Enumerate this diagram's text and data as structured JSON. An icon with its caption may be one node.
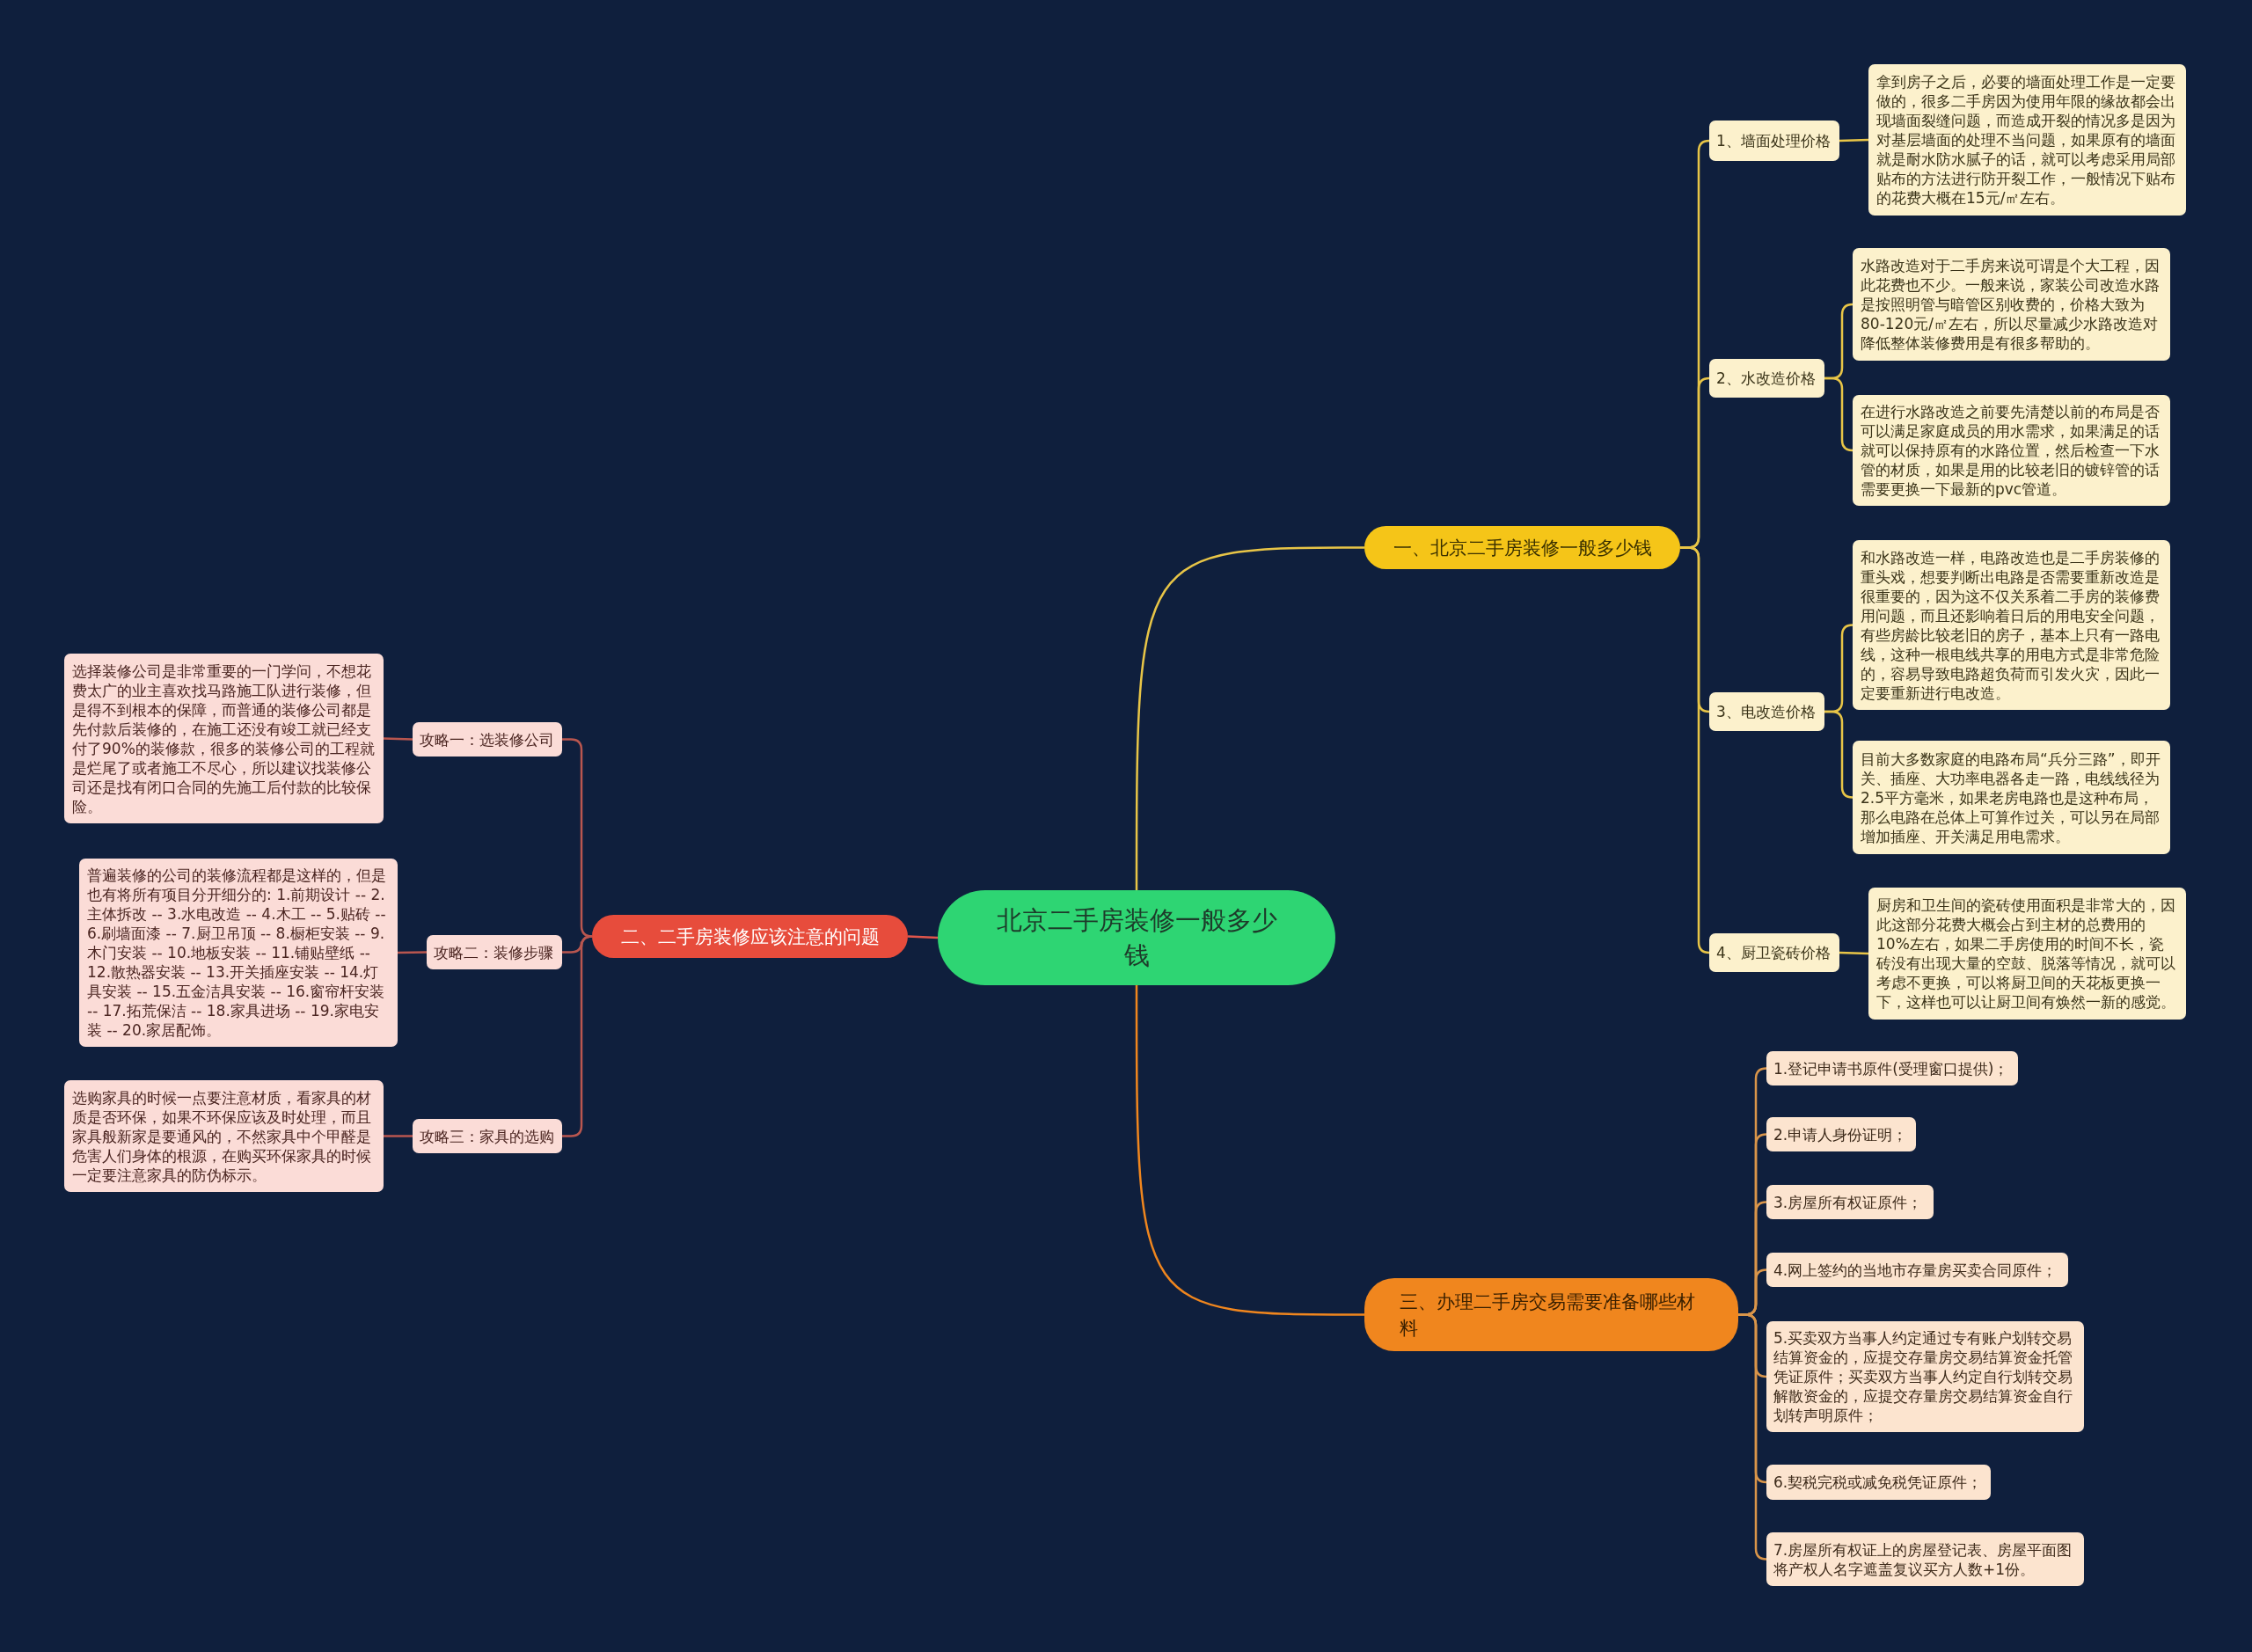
{
  "diagram": {
    "nodes": [
      {
        "text": [
          "北京二手房装修一般多少钱"
        ]
      },
      {
        "text": [
          "一、北京二手房装修一般多少钱"
        ]
      },
      {
        "text": [
          "1、墙面处理价格"
        ]
      },
      {
        "text": [
          "拿到房子之后，必要的墙面处理工作是一定要做的，很多二手房因为使用年限的缘故都会出现墙面裂缝问题，而造成开裂的情况多是因为对基层墙面的处理不当问题，如果原有的墙面就是耐水防水腻子的话，就可以考虑采用局部贴布的方法进行防开裂工作，一般情况下贴布的花费大概在15元/㎡左右。"
        ]
      },
      {
        "text": [
          "2、水改造价格"
        ]
      },
      {
        "text": [
          "水路改造对于二手房来说可谓是个大工程，因此花费也不少。一般来说，家装公司改造水路是按照明管与暗管区别收费的，价格大致为80-120元/㎡左右，所以尽量减少水路改造对降低整体装修费用是有很多帮助的。"
        ]
      },
      {
        "text": [
          "在进行水路改造之前要先清楚以前的布局是否可以满足家庭成员的用水需求，如果满足的话就可以保持原有的水路位置，然后检查一下水管的材质，如果是用的比较老旧的镀锌管的话需要更换一下最新的pvc管道。"
        ]
      },
      {
        "text": [
          "3、电改造价格"
        ]
      },
      {
        "text": [
          "和水路改造一样，电路改造也是二手房装修的重头戏，想要判断出电路是否需要重新改造是很重要的，因为这不仅关系着二手房的装修费用问题，而且还影响着日后的用电安全问题，有些房龄比较老旧的房子，基本上只有一路电线，这种一根电线共享的用电方式是非常危险的，容易导致电路超负荷而引发火灾，因此一定要重新进行电改造。"
        ]
      },
      {
        "text": [
          "目前大多数家庭的电路布局“兵分三路”，即开关、插座、大功率电器各走一路，电线线径为2.5平方毫米，如果老房电路也是这种布局，那么电路在总体上可算作过关，可以另在局部增加插座、开关满足用电需求。"
        ]
      },
      {
        "text": [
          "4、厨卫瓷砖价格"
        ]
      },
      {
        "text": [
          "厨房和卫生间的瓷砖使用面积是非常大的，因此这部分花费大概会占到主材的总费用的10%左右，如果二手房使用的时间不长，瓷砖没有出现大量的空鼓、脱落等情况，就可以考虑不更换，可以将厨卫间的天花板更换一下，这样也可以让厨卫间有焕然一新的感觉。"
        ]
      },
      {
        "text": [
          "二、二手房装修应该注意的问题"
        ]
      },
      {
        "text": [
          "攻略一：选装修公司"
        ]
      },
      {
        "text": [
          "选择装修公司是非常重要的一门学问，不想花费太广的业主喜欢找马路施工队进行装修，但是得不到根本的保障，而普通的装修公司都是先付款后装修的，在施工还没有竣工就已经支付了90%的装修款，很多的装修公司的工程就是烂尾了或者施工不尽心，所以建议找装修公司还是找有闭口合同的先施工后付款的比较保险。"
        ]
      },
      {
        "text": [
          "攻略二：装修步骤"
        ]
      },
      {
        "text": [
          "普遍装修的公司的装修流程都是这样的，但是也有将所有项目分开细分的: 1.前期设计 -- 2.主体拆改 -- 3.水电改造 -- 4.木工 -- 5.贴砖 -- 6.刷墙面漆 -- 7.厨卫吊顶 -- 8.橱柜安装 -- 9.木门安装 -- 10.地板安装 -- 11.铺贴壁纸 -- 12.散热器安装 -- 13.开关插座安装 -- 14.灯具安装 -- 15.五金洁具安装 -- 16.窗帘杆安装 -- 17.拓荒保洁 -- 18.家具进场 -- 19.家电安装 -- 20.家居配饰。"
        ]
      },
      {
        "text": [
          "攻略三：家具的选购"
        ]
      },
      {
        "text": [
          "选购家具的时候一点要注意材质，看家具的材质是否环保，如果不环保应该及时处理，而且家具般新家是要通风的，不然家具中个甲醛是危害人们身体的根源，在购买环保家具的时候一定要注意家具的防伪标示。"
        ]
      },
      {
        "text": [
          "三、办理二手房交易需要准备哪些材料"
        ]
      },
      {
        "text": [
          "1.登记申请书原件(受理窗口提供)；"
        ]
      },
      {
        "text": [
          "2.申请人身份证明；"
        ]
      },
      {
        "text": [
          "3.房屋所有权证原件；"
        ]
      },
      {
        "text": [
          "4.网上签约的当地市存量房买卖合同原件；"
        ]
      },
      {
        "text": [
          "5.买卖双方当事人约定通过专有账户划转交易结算资金的，应提交存量房交易结算资金托管凭证原件；买卖双方当事人约定自行划转交易解散资金的，应提交存量房交易结算资金自行划转声明原件；"
        ]
      },
      {
        "text": [
          "6.契税完税或减免税凭证原件；"
        ]
      },
      {
        "text": [
          "7.房屋所有权证上的房屋登记表、房屋平面图将产权人名字遮盖复议买方人数+1份。"
        ]
      }
    ],
    "edges": [
      {
        "from": 0,
        "to": 1,
        "arrow": "none"
      },
      {
        "from": 1,
        "to": 2,
        "arrow": "none"
      },
      {
        "from": 2,
        "to": 3,
        "arrow": "none"
      },
      {
        "from": 1,
        "to": 4,
        "arrow": "none"
      },
      {
        "from": 4,
        "to": 5,
        "arrow": "none"
      },
      {
        "from": 4,
        "to": 6,
        "arrow": "none"
      },
      {
        "from": 1,
        "to": 7,
        "arrow": "none"
      },
      {
        "from": 7,
        "to": 8,
        "arrow": "none"
      },
      {
        "from": 7,
        "to": 9,
        "arrow": "none"
      },
      {
        "from": 1,
        "to": 10,
        "arrow": "none"
      },
      {
        "from": 10,
        "to": 11,
        "arrow": "none"
      },
      {
        "from": 0,
        "to": 12,
        "arrow": "none",
        "color": "#e0554b"
      },
      {
        "from": 12,
        "to": 13,
        "arrow": "none",
        "color": "#b9564f"
      },
      {
        "from": 13,
        "to": 14,
        "arrow": "none",
        "color": "#b9564f"
      },
      {
        "from": 12,
        "to": 15,
        "arrow": "none",
        "color": "#b9564f"
      },
      {
        "from": 15,
        "to": 16,
        "arrow": "none",
        "color": "#b9564f"
      },
      {
        "from": 12,
        "to": 17,
        "arrow": "none",
        "color": "#b9564f"
      },
      {
        "from": 17,
        "to": 18,
        "arrow": "none",
        "color": "#b9564f"
      },
      {
        "from": 0,
        "to": 19,
        "arrow": "none",
        "color": "#f0861e"
      },
      {
        "from": 19,
        "to": 20,
        "arrow": "none",
        "color": "#d9954a"
      },
      {
        "from": 19,
        "to": 21,
        "arrow": "none",
        "color": "#d9954a"
      },
      {
        "from": 19,
        "to": 22,
        "arrow": "none",
        "color": "#d9954a"
      },
      {
        "from": 19,
        "to": 23,
        "arrow": "none",
        "color": "#d9954a"
      },
      {
        "from": 19,
        "to": 24,
        "arrow": "none",
        "color": "#d9954a"
      },
      {
        "from": 19,
        "to": 25,
        "arrow": "none",
        "color": "#d9954a"
      },
      {
        "from": 19,
        "to": 26,
        "arrow": "none",
        "color": "#d9954a"
      }
    ]
  }
}
